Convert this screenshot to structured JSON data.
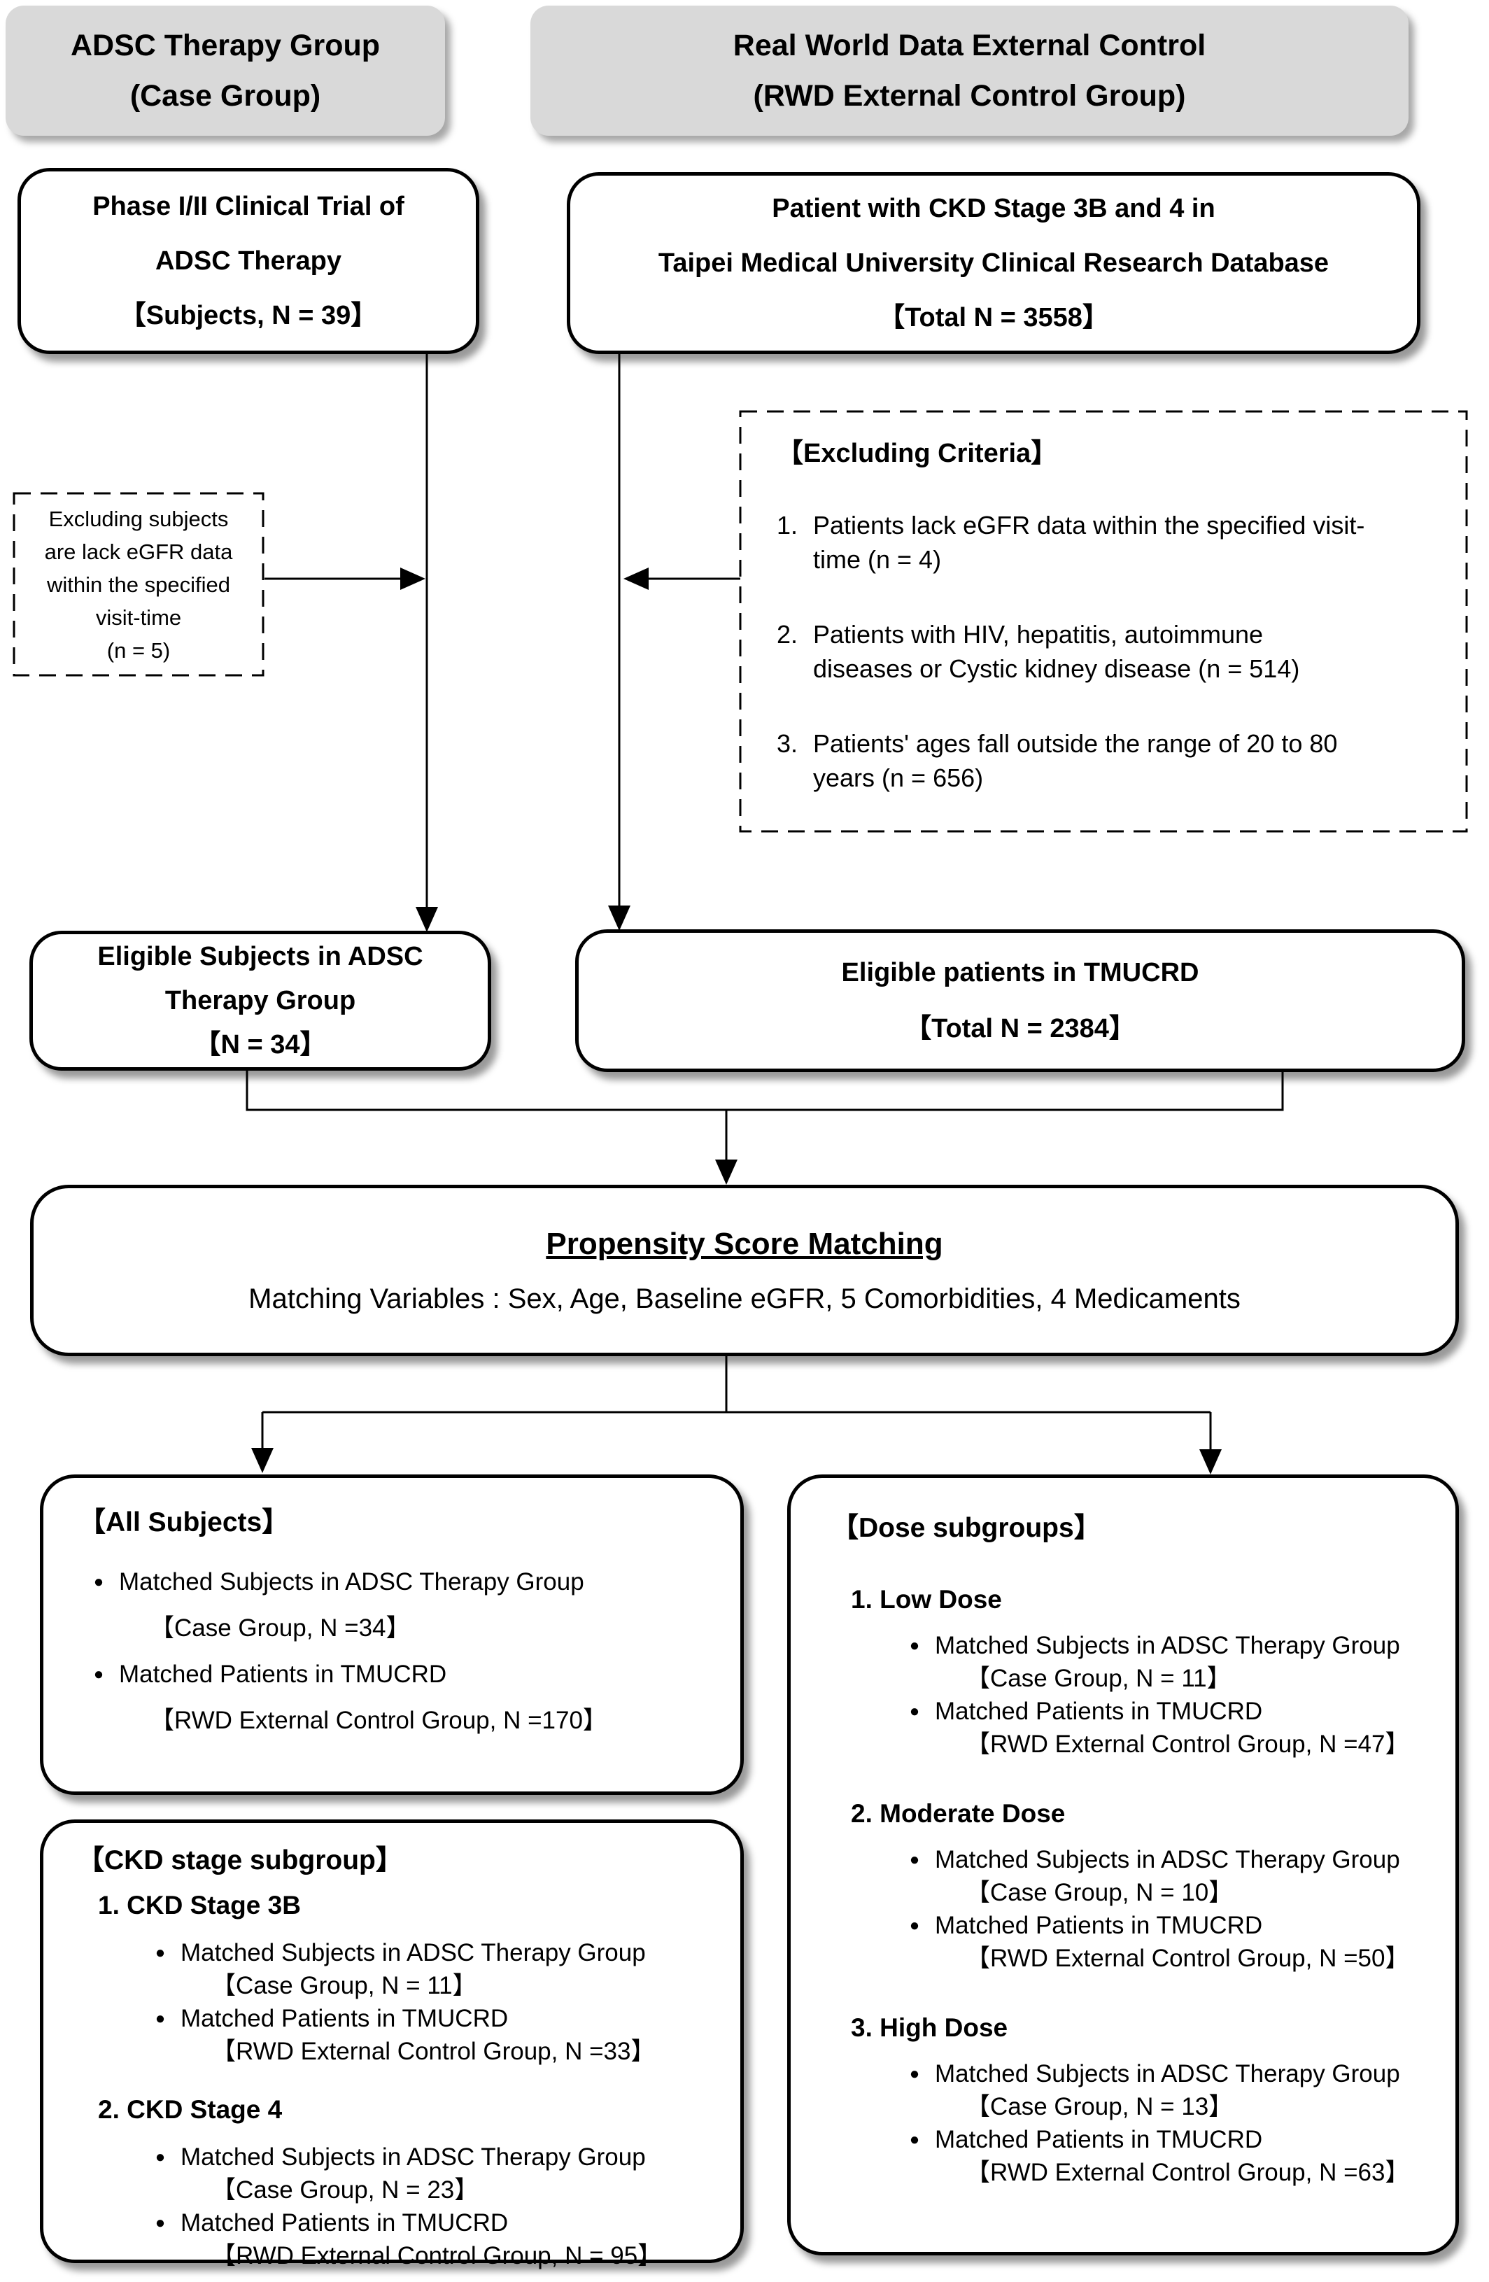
{
  "glyphs": {
    "bullet": "●"
  },
  "colors": {
    "box_fill": "#ffffff",
    "box_border": "#000000",
    "label_fill": "#d9d9d9",
    "connector": "#000000",
    "text": "#000000"
  },
  "header": {
    "case_label": {
      "line1": "ADSC Therapy Group",
      "line2": "(Case Group)"
    },
    "rwd_label": {
      "line1": "Real World Data External Control",
      "line2": "(RWD External Control Group)"
    }
  },
  "nodes": {
    "phase_trial": {
      "lines": [
        "Phase I/II Clinical Trial of",
        "ADSC Therapy",
        "【Subjects, N = 39】"
      ]
    },
    "ckd_patients": {
      "lines": [
        "Patient with CKD Stage 3B and 4 in",
        "Taipei Medical University Clinical Research Database",
        "【Total N = 3558】"
      ]
    },
    "excluding_subjects": {
      "lines": [
        "Excluding subjects",
        "are lack eGFR data",
        "within the specified",
        "visit-time",
        "(n = 5)"
      ]
    },
    "excluding_criteria": {
      "title": "【Excluding Criteria】",
      "items": [
        {
          "num": "1.",
          "text": "Patients lack eGFR data within the specified visit-\ntime (n = 4)"
        },
        {
          "num": "2.",
          "text": "Patients with HIV, hepatitis, autoimmune\ndiseases or Cystic kidney disease (n = 514)"
        },
        {
          "num": "3.",
          "text": "Patients' ages fall outside the range of 20 to 80\nyears    (n = 656)"
        }
      ]
    },
    "eligible_adsc": {
      "lines": [
        "Eligible Subjects in ADSC",
        "Therapy Group",
        "【N = 34】"
      ]
    },
    "eligible_tmucrd": {
      "lines": [
        "Eligible patients in TMUCRD",
        "【Total N = 2384】"
      ]
    },
    "psm": {
      "title": "Propensity Score Matching",
      "subtitle": "Matching Variables : Sex, Age, Baseline eGFR, 5 Comorbidities, 4 Medicaments"
    },
    "all_subjects": {
      "title": "【All Subjects】",
      "bullets": [
        {
          "text": "Matched Subjects in ADSC Therapy Group",
          "detail": "【Case Group, N =34】"
        },
        {
          "text": "Matched Patients in TMUCRD",
          "detail": "【RWD External Control Group, N =170】"
        }
      ]
    },
    "ckd_subgroup": {
      "title": "【CKD stage subgroup】",
      "sections": [
        {
          "heading": "1. CKD Stage 3B",
          "bullets": [
            {
              "text": "Matched Subjects in ADSC Therapy Group",
              "detail": "【Case Group, N = 11】"
            },
            {
              "text": "Matched Patients in TMUCRD",
              "detail": "【RWD External Control Group, N =33】"
            }
          ]
        },
        {
          "heading": "2. CKD Stage 4",
          "bullets": [
            {
              "text": "Matched Subjects in ADSC Therapy Group",
              "detail": "【Case Group, N = 23】"
            },
            {
              "text": "Matched Patients in TMUCRD",
              "detail": "【RWD External Control Group, N = 95】"
            }
          ]
        }
      ]
    },
    "dose_subgroups": {
      "title": "【Dose subgroups】",
      "sections": [
        {
          "heading": "1. Low Dose",
          "bullets": [
            {
              "text": "Matched Subjects in ADSC Therapy Group",
              "detail": "【Case Group, N = 11】"
            },
            {
              "text": "Matched Patients in TMUCRD",
              "detail": "【RWD External Control Group, N =47】"
            }
          ]
        },
        {
          "heading": "2. Moderate Dose",
          "bullets": [
            {
              "text": "Matched Subjects in ADSC Therapy Group",
              "detail": "【Case Group, N = 10】"
            },
            {
              "text": "Matched Patients in TMUCRD",
              "detail": "【RWD External Control Group, N =50】"
            }
          ]
        },
        {
          "heading": "3. High Dose",
          "bullets": [
            {
              "text": "Matched Subjects in ADSC Therapy Group",
              "detail": "【Case Group, N = 13】"
            },
            {
              "text": "Matched Patients in TMUCRD",
              "detail": "【RWD External Control Group, N =63】"
            }
          ]
        }
      ]
    }
  }
}
